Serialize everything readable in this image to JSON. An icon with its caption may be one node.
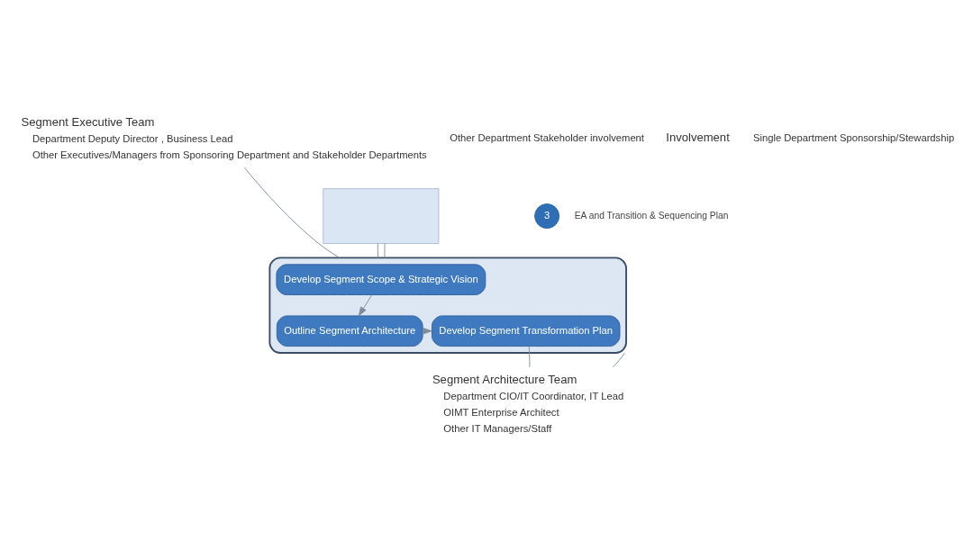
{
  "diagram": {
    "nodes": [
      {
        "text": [],
        "shape": "box"
      },
      {
        "text": [],
        "shape": "box"
      },
      {
        "text": [
          "Develop Segment Scope & Strategic Vision"
        ],
        "in": 1
      },
      {
        "text": [
          "Outline Segment Architecture"
        ],
        "in": 1
      },
      {
        "text": [
          "Develop Segment Transformation Plan"
        ],
        "in": 1
      },
      {
        "text": [
          "Segment Executive Team",
          "Department Deputy Director , Business Lead",
          "Other Executives/Managers from Sponsoring Department and Stakeholder Departments"
        ]
      },
      {
        "text": [
          "Segment Architecture Team",
          "Department CIO/IT Coordinator, IT Lead",
          "OIMT Enterprise Architect",
          "Other IT Managers/Staff"
        ]
      },
      {
        "text": [
          "3"
        ],
        "beside": [
          "EA and Transition & Sequencing Plan"
        ]
      }
    ],
    "edges": [
      {
        "from": 0,
        "to": 1,
        "arrow": "none"
      },
      {
        "from": 0,
        "to": 1,
        "arrow": "none"
      },
      {
        "from": 5,
        "to": 1,
        "arrow": "none"
      },
      {
        "from": 2,
        "to": 3,
        "arrow": "to"
      },
      {
        "from": 3,
        "to": 4,
        "arrow": "to"
      },
      {
        "from": 6,
        "to": 1,
        "arrow": "none"
      },
      {
        "from": 6,
        "to": 4,
        "arrow": "none"
      }
    ],
    "labels": [
      "Involvement",
      "Single Department Sponsorship/Stewardship",
      "Other Department Stakeholder involvement"
    ]
  }
}
